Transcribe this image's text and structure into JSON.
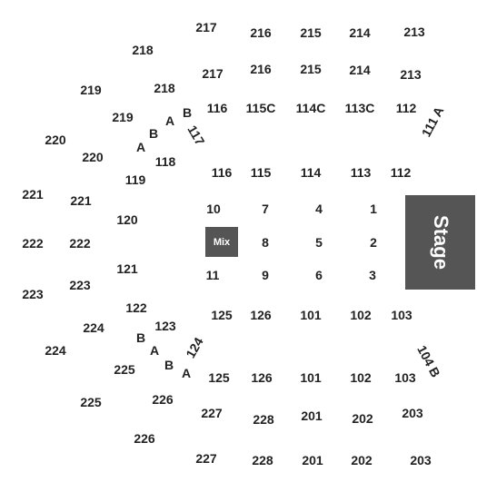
{
  "colors": {
    "block": "#555555",
    "block_text": "#ffffff",
    "label": "#222222"
  },
  "stage": {
    "label": "Stage"
  },
  "mix": {
    "label": "Mix"
  },
  "sections": {
    "tier_200_outer": [
      "217",
      "216",
      "215",
      "214",
      "213",
      "218",
      "219",
      "220",
      "221",
      "222",
      "223",
      "224",
      "225",
      "226",
      "227",
      "228",
      "201",
      "202",
      "203"
    ],
    "tier_200_inner": [
      "217",
      "216",
      "215",
      "214",
      "213",
      "218",
      "219",
      "220",
      "221",
      "222",
      "223",
      "224",
      "225",
      "226",
      "227",
      "228",
      "201",
      "202",
      "203"
    ],
    "tier_100_upper": [
      "116",
      "115C",
      "114C",
      "113C",
      "112",
      "111 A",
      "117",
      "118",
      "119",
      "120",
      "121",
      "122",
      "123",
      "124",
      "125",
      "126",
      "101",
      "102",
      "103",
      "104 B"
    ],
    "tier_100_lower": [
      "116",
      "115",
      "114",
      "113",
      "112",
      "125",
      "126",
      "101",
      "102",
      "103"
    ],
    "floor": [
      "10",
      "7",
      "4",
      "1",
      "8",
      "5",
      "2",
      "11",
      "9",
      "6",
      "3"
    ],
    "rows": [
      "A",
      "B",
      "A",
      "B",
      "B",
      "A",
      "B",
      "A"
    ]
  }
}
